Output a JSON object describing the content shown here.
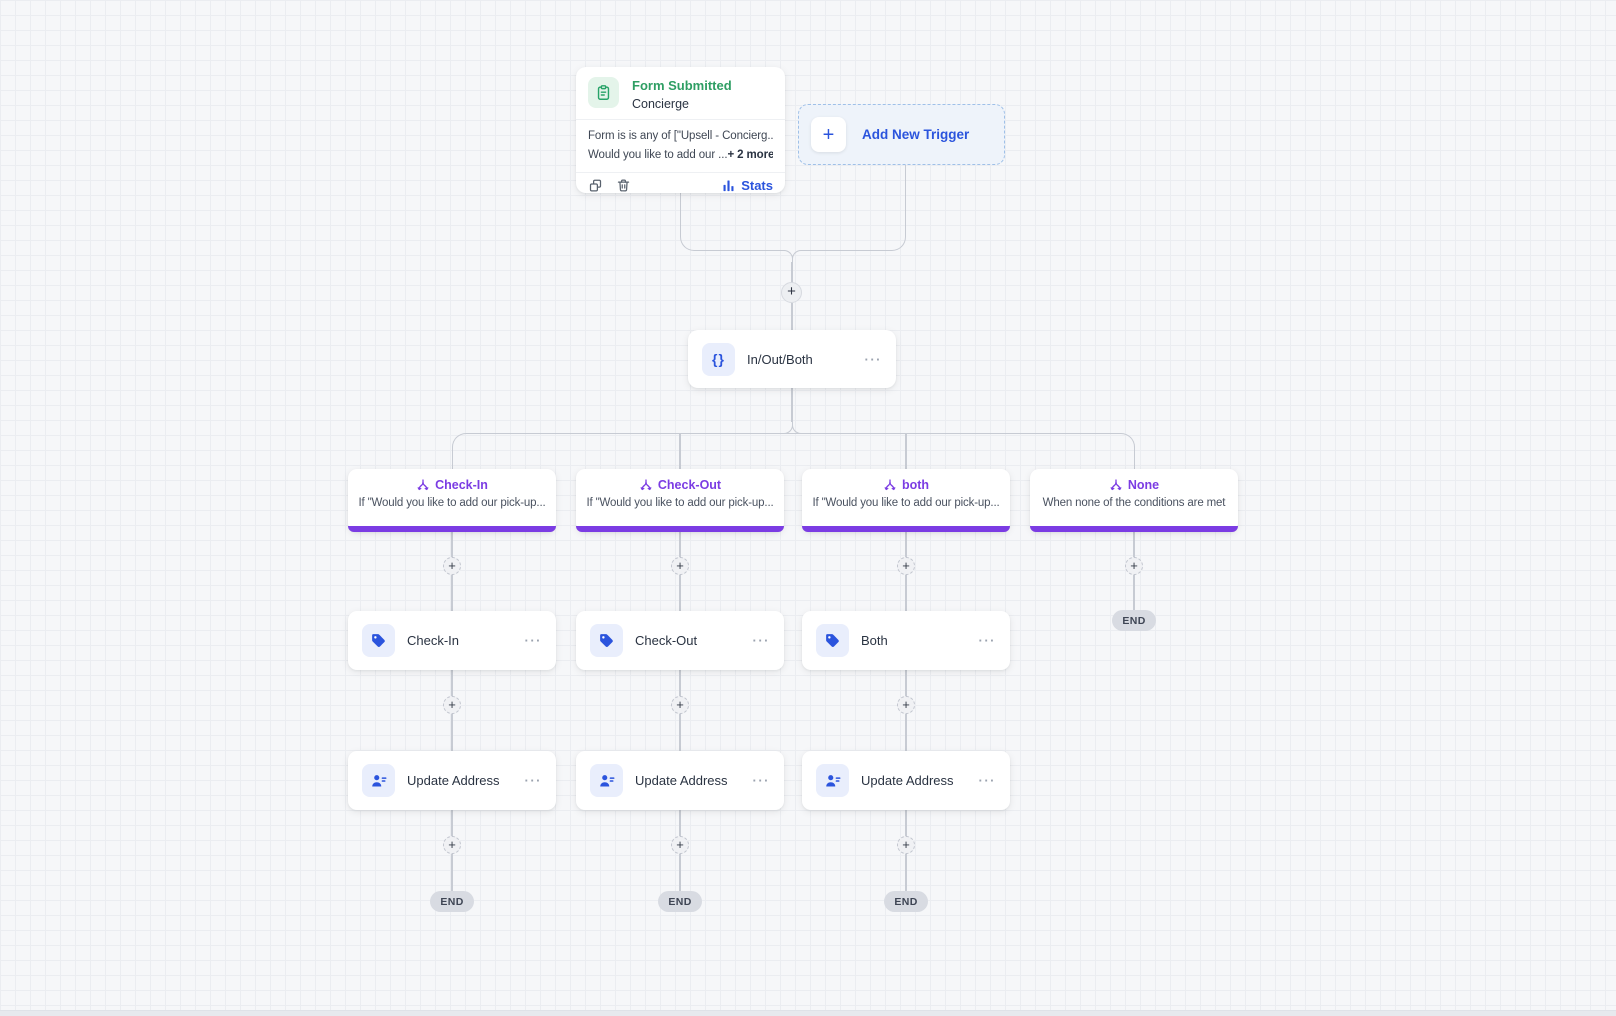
{
  "icons": {
    "plus": "+",
    "ellipsis": "···",
    "braces": "{}"
  },
  "trigger_card": {
    "title": "Form Submitted",
    "subtitle": "Concierge",
    "condition_line1": "Form is is any of [\"Upsell - Concierg...",
    "condition_line2": "Would you like to add our ...",
    "more_badge": "+ 2 more",
    "stats_label": "Stats"
  },
  "add_trigger_button": {
    "label": "Add New Trigger"
  },
  "condition_node": {
    "label": "In/Out/Both"
  },
  "branches": [
    {
      "title": "Check-In",
      "condition": "If \"Would you like to add our pick-up..."
    },
    {
      "title": "Check-Out",
      "condition": "If \"Would you like to add our pick-up..."
    },
    {
      "title": "both",
      "condition": "If \"Would you like to add our pick-up..."
    },
    {
      "title": "None",
      "condition": "When none of the conditions are met"
    }
  ],
  "action_nodes": {
    "tags": [
      {
        "label": "Check-In"
      },
      {
        "label": "Check-Out"
      },
      {
        "label": "Both"
      }
    ],
    "updates": [
      {
        "label": "Update Address"
      },
      {
        "label": "Update Address"
      },
      {
        "label": "Update Address"
      }
    ]
  },
  "connectors": {
    "end_label": "END"
  },
  "colors": {
    "accent_green": "#2e9e63",
    "accent_blue": "#2b54dd",
    "accent_purple": "#7b3ce3",
    "line_gray": "#c7cbd3",
    "end_bg": "#d8dbe2"
  }
}
